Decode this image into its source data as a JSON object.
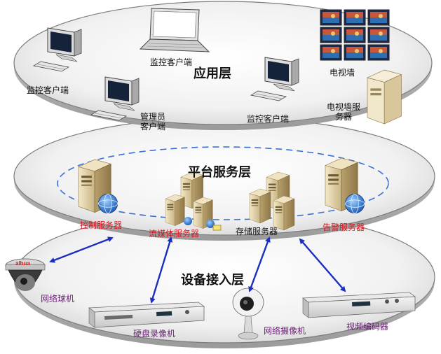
{
  "layers": {
    "application": "应用层",
    "platform": "平台服务层",
    "device": "设备接入层"
  },
  "application_nodes": {
    "monitor_client_top": "监控客户端",
    "monitor_client_left": "监控客户端",
    "admin_client_line1": "管理员",
    "admin_client_line2": "客户端",
    "monitor_client_right": "监控客户端",
    "tv_wall": "电视墙",
    "tv_wall_server_line1": "电视墙服",
    "tv_wall_server_line2": "务器"
  },
  "platform_nodes": {
    "control_server": "控制服务器",
    "media_server": "流媒体服务器",
    "storage_server": "存储服务器",
    "alarm_server": "告警服务器"
  },
  "device_nodes": {
    "dome_camera": "网络球机",
    "dvr": "硬盘录像机",
    "ip_camera": "网络摄像机",
    "video_encoder": "视频编码器"
  },
  "brand_mark": "alhua",
  "colors": {
    "red_label": "#d9161f",
    "purple_label": "#6a1f74",
    "arrow": "#1b2fbf",
    "ring_dash": "#3a6fd8"
  }
}
